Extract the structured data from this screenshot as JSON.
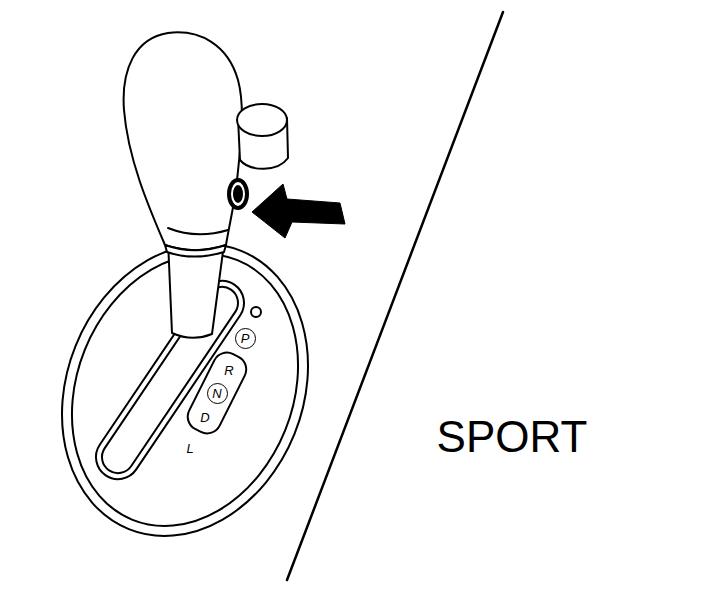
{
  "diagram": {
    "nodes": [
      {
        "text": [
          "P"
        ]
      },
      {
        "text": [
          "N"
        ]
      }
    ],
    "labels": [
      "R",
      "D",
      "L",
      "SPORT"
    ]
  }
}
